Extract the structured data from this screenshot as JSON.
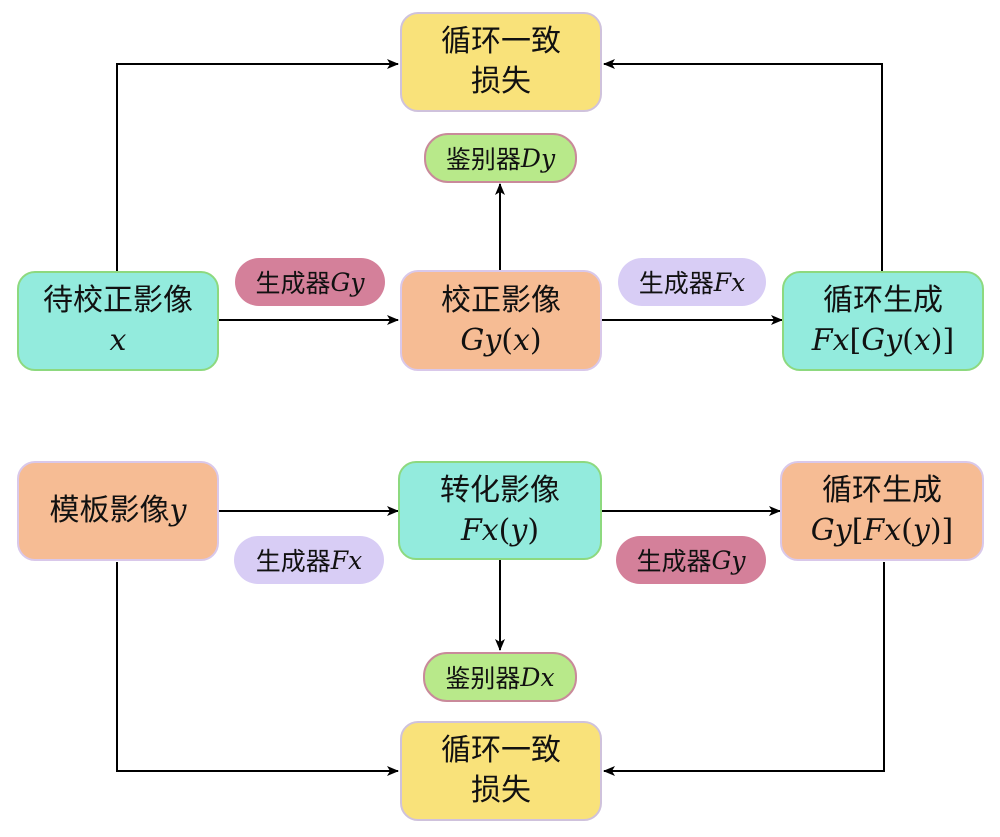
{
  "top": {
    "loss": {
      "line1": "循环一致",
      "line2": "损失"
    },
    "discriminator": {
      "text": "鉴别器",
      "var": "Dy"
    },
    "input": {
      "line1": "待校正影像",
      "var": "x"
    },
    "gen1": {
      "text": "生成器",
      "var": "Gy"
    },
    "corrected": {
      "line1": "校正影像",
      "fn": "Gy",
      "arg": "x"
    },
    "gen2": {
      "text": "生成器",
      "var": "Fx"
    },
    "cycle": {
      "line1": "循环生成",
      "outer": "Fx",
      "inner": "Gy",
      "arg": "x"
    }
  },
  "bottom": {
    "template": {
      "text": "模板影像",
      "var": "y"
    },
    "gen1": {
      "text": "生成器",
      "var": "Fx"
    },
    "converted": {
      "line1": "转化影像",
      "fn": "Fx",
      "arg": "y"
    },
    "gen2": {
      "text": "生成器",
      "var": "Gy"
    },
    "cycle": {
      "line1": "循环生成",
      "outer": "Gy",
      "inner": "Fx",
      "arg": "y"
    },
    "discriminator": {
      "text": "鉴别器",
      "var": "Dx"
    },
    "loss": {
      "line1": "循环一致",
      "line2": "损失"
    }
  }
}
